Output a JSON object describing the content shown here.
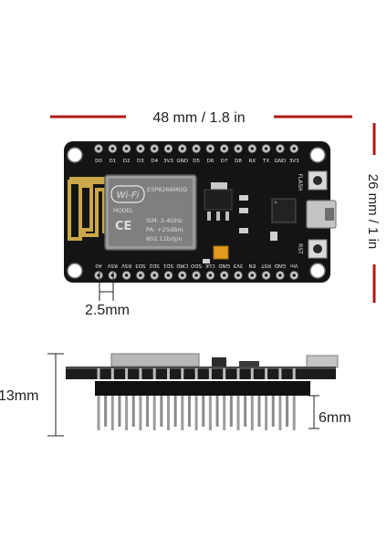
{
  "dimensions": {
    "width_label": "48 mm / 1.8 in",
    "height_label": "26 mm / 1 in",
    "pitch_label": "2.5mm",
    "thickness_label": "13mm",
    "pin_label": "6mm"
  },
  "board": {
    "top_pins": [
      "D0",
      "D1",
      "D2",
      "D3",
      "D4",
      "3V3",
      "GND",
      "D5",
      "D6",
      "D7",
      "D8",
      "RX",
      "TX",
      "GND",
      "3V3"
    ],
    "bottom_pins": [
      "A0",
      "RSV",
      "RSV",
      "SD3",
      "SD2",
      "SD1",
      "CMD",
      "SDO",
      "CLK",
      "GND",
      "3V3",
      "EN",
      "RST",
      "GND",
      "Vin"
    ],
    "module": {
      "logo": "Wi-Fi",
      "model": "MODEL",
      "name": "ESP8266MOD",
      "ism": "ISM: 2.4GHz",
      "pa": "PA: +25dBm",
      "protocol": "802.11b/g/n",
      "ce": "CE"
    },
    "labels": {
      "flash": "FLASH",
      "rst": "RST"
    }
  },
  "colors": {
    "dimension_line": "#b01818",
    "pcb": "#141414",
    "shield": "#9a9a9a",
    "antenna": "#c9a74a",
    "pin": "#9c9c9c"
  }
}
